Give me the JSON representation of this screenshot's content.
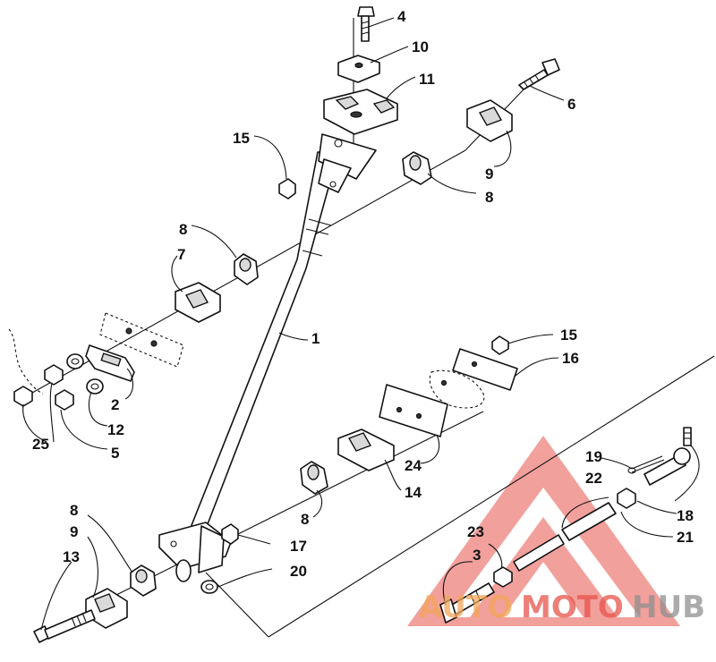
{
  "callouts": [
    "1",
    "2",
    "3",
    "4",
    "5",
    "6",
    "7",
    "8",
    "9",
    "10",
    "11",
    "12",
    "13",
    "14",
    "15",
    "16",
    "17",
    "19",
    "20",
    "21",
    "22",
    "23",
    "24",
    "25",
    "18"
  ],
  "watermark": {
    "part1": "AUTO",
    "part2": "MOTO",
    "part3": "HUB",
    "color_red": "#e8544c",
    "color_orange": "#f2a65a",
    "color_gray": "#8f8f8f"
  },
  "colors": {
    "ink": "#111111",
    "paper": "#ffffff"
  }
}
